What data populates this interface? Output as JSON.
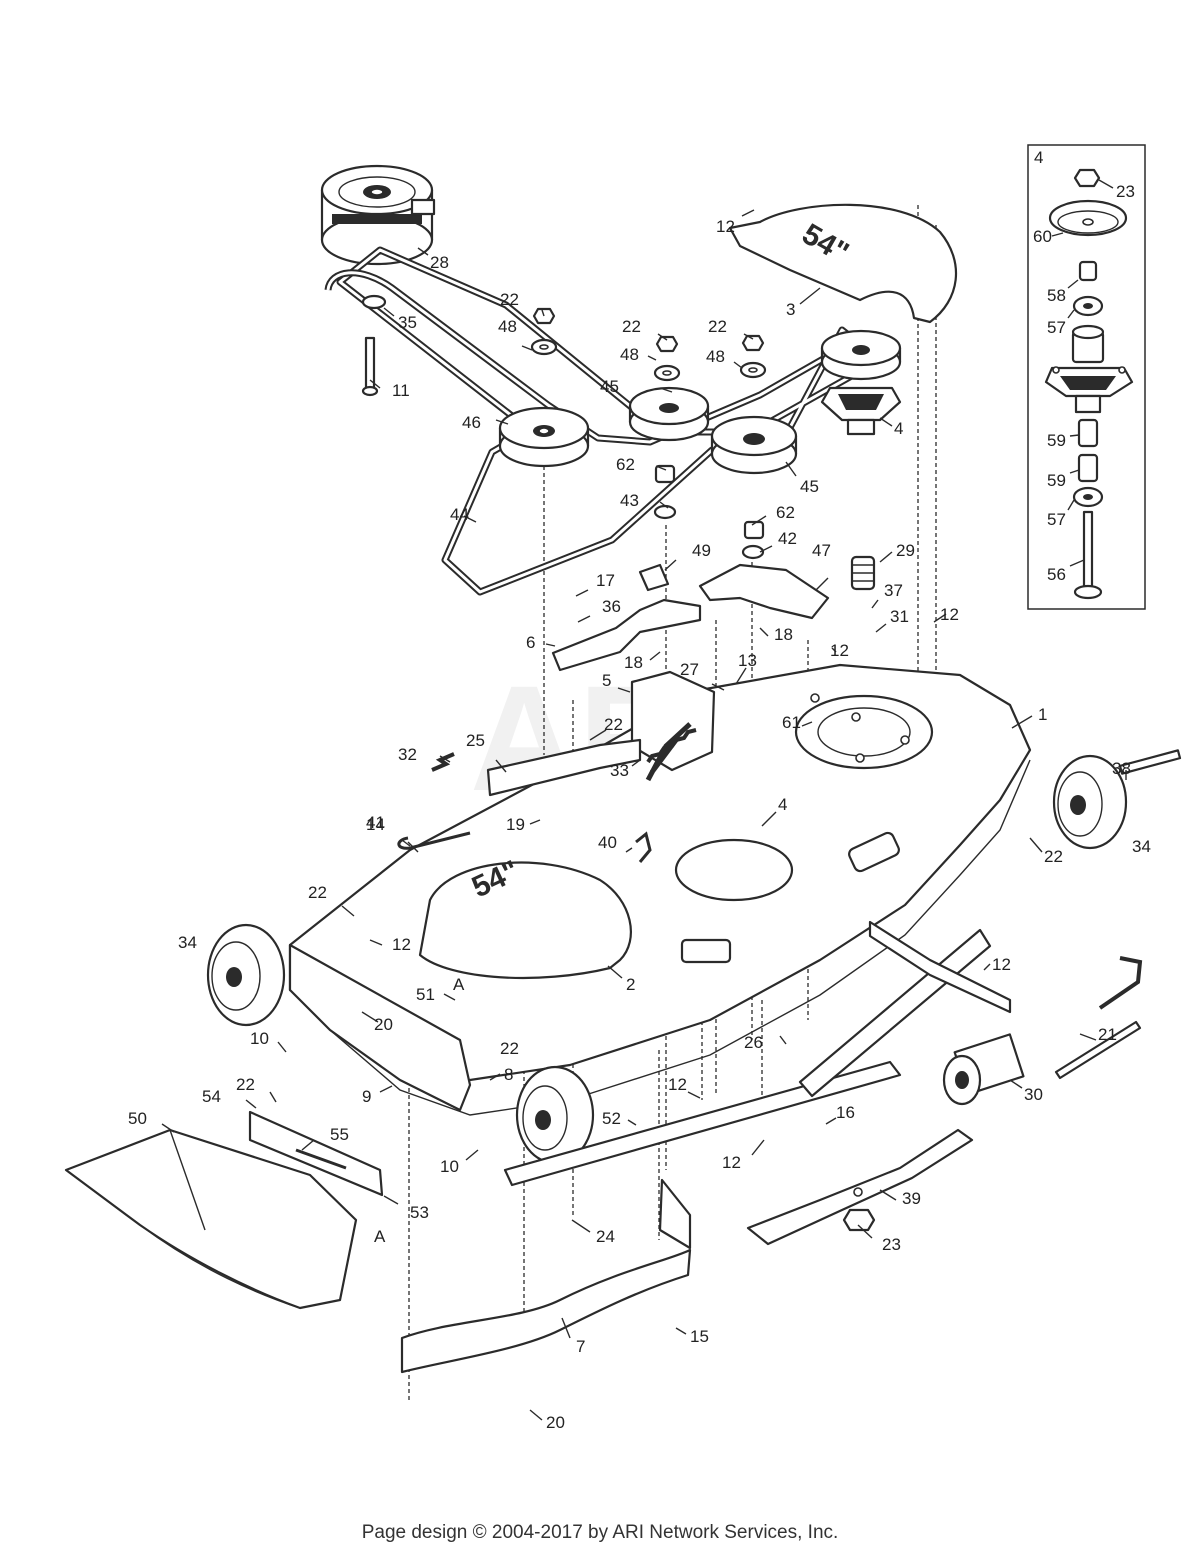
{
  "callouts": {
    "c1": "1",
    "c2": "2",
    "c3": "3",
    "c4a": "4",
    "c4b": "4",
    "c5": "5",
    "c6": "6",
    "c7": "7",
    "c8": "8",
    "c9": "9",
    "c10a": "10",
    "c10b": "10",
    "c11": "11",
    "c12a": "12",
    "c12b": "12",
    "c12c": "12",
    "c12d": "12",
    "c12e": "12",
    "c12f": "12",
    "c12g": "12",
    "c13": "13",
    "c14": "14",
    "c15": "15",
    "c16": "16",
    "c17": "17",
    "c18a": "18",
    "c18b": "18",
    "c19": "19",
    "c20a": "20",
    "c20b": "20",
    "c21": "21",
    "c22a": "22",
    "c22b": "22",
    "c22c": "22",
    "c22d": "22",
    "c22e": "22",
    "c22f": "22",
    "c22g": "22",
    "c22h": "22",
    "c23a": "23",
    "c24": "24",
    "c25": "25",
    "c26": "26",
    "c27": "27",
    "c28": "28",
    "c29": "29",
    "c30": "30",
    "c31": "31",
    "c32": "32",
    "c33": "33",
    "c34a": "34",
    "c34b": "34",
    "c35": "35",
    "c36": "36",
    "c37": "37",
    "c38": "38",
    "c39": "39",
    "c40": "40",
    "c41": "41",
    "c42": "42",
    "c43": "43",
    "c44": "44",
    "c45a": "45",
    "c45b": "45",
    "c46": "46",
    "c47": "47",
    "c48a": "48",
    "c48b": "48",
    "c48c": "48",
    "c49": "49",
    "c50": "50",
    "c51": "51",
    "c52": "52",
    "c53": "53",
    "c54": "54",
    "c55": "55",
    "c61": "61",
    "c62a": "62",
    "c62b": "62",
    "refA1": "A",
    "refA2": "A"
  },
  "inset": {
    "title": "4",
    "c23": "23",
    "c60": "60",
    "c58": "58",
    "c57a": "57",
    "c59a": "59",
    "c59b": "59",
    "c57b": "57",
    "c56": "56"
  },
  "deck_badge_text": "54\"",
  "footer": "Page design © 2004-2017 by ARI Network Services, Inc.",
  "icons": {
    "assembly": "mower-deck-exploded-view",
    "watermark": "ari-watermark"
  }
}
